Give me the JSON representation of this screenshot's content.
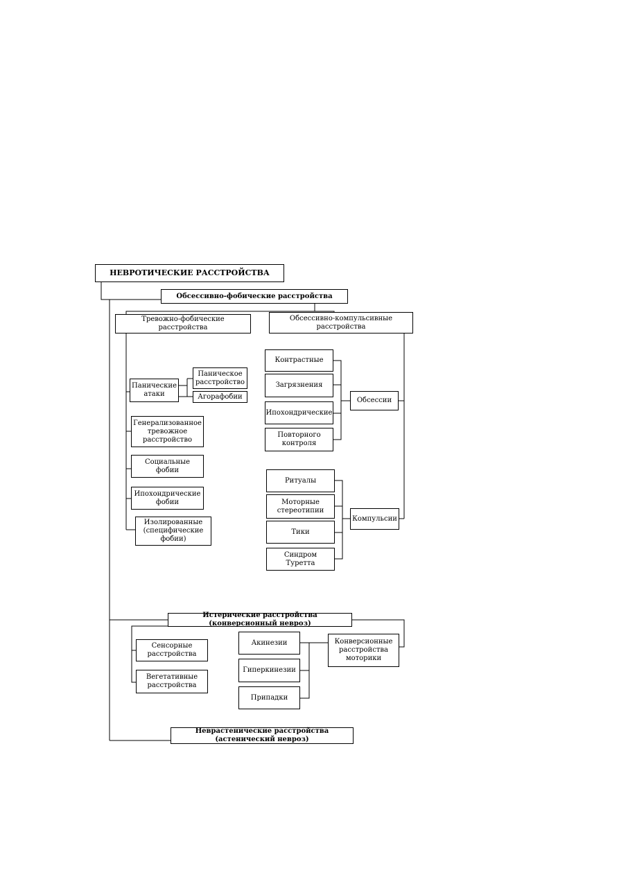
{
  "nodes": {
    "root": "НЕВРОТИЧЕСКИЕ РАССТРОЙСТВА",
    "ofr": "Обсессивно-фобические расстройства",
    "tfr": "Тревожно-фобические расстройства",
    "okr": "Обсессивно-компульсивные расстройства",
    "pan_attacks": "Панические\nатаки",
    "pan_disorder": "Паническое\nрасстройство",
    "agoraphobia": "Агорафобии",
    "gad": "Генерализованное\nтревожное\nрасстройство",
    "social_phobia": "Социальные\nфобии",
    "hypo_phobia": "Ипохондрические\nфобии",
    "isolated_phobia": "Изолированные\n(специфические\nфобии)",
    "contrast": "Контрастные",
    "contamination": "Загрязнения",
    "hypo_obs": "Ипохондрические",
    "control": "Повторного\nконтроля",
    "obsessions": "Обсессии",
    "rituals": "Ритуалы",
    "motor_stereo": "Моторные\nстереотипии",
    "tics": "Тики",
    "tourette": "Синдром Туретта",
    "compulsions": "Компульсии",
    "hysteric": "Истерические расстройства (конверсионный невроз)",
    "sensory": "Сенсорные\nрасстройства",
    "vegetative": "Вегетативные\nрасстройства",
    "akinesia": "Акинезии",
    "hyperkinesia": "Гиперкинезии",
    "seizures": "Припадки",
    "conv_motor": "Конверсионные\nрасстройства\nмоторики",
    "neurasthenic": "Неврастенические расстройства\n(астенический невроз)"
  }
}
